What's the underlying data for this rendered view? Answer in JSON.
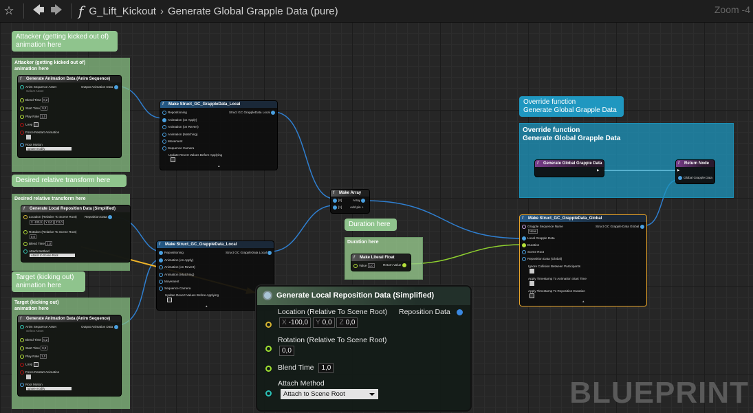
{
  "toolbar": {
    "back_icon": "back-arrow-icon",
    "forward_icon": "forward-arrow-icon",
    "star_icon": "star-icon",
    "breadcrumb": [
      "G_Lift_Kickout",
      "Generate Global Grapple Data (pure)"
    ],
    "zoom_label": "Zoom -4"
  },
  "watermark": "BLUEPRINT",
  "comments": {
    "attacker_bubble": "Attacker (getting kicked out of)\nanimation here",
    "attacker_box": "Attacker (getting kicked out of)\nanimation here",
    "desired_bubble": "Desired relative transform here",
    "desired_box": "Desired relative transform here",
    "target_bubble": "Target (kicking out)\nanimation here",
    "target_box": "Target (kicking out)\nanimation here",
    "duration_bubble": "Duration here",
    "duration_box": "Duration here",
    "override_bubble": "Override function\nGenerate Global Grapple Data",
    "override_box": "Override function\nGenerate Global Grapple Data"
  },
  "anim_node": {
    "title": "Generate Animation Data (Anim Sequence)",
    "anim_seq": "Anim Sequence Asset",
    "select_asset": "Select Asset",
    "output": "Output Animation Data",
    "blend_time": "Blend Time",
    "blend_val": "0,2",
    "start_time": "Start Time",
    "start_val": "0,0",
    "play_rate": "Play Rate",
    "play_val": "1,0",
    "loop": "Loop",
    "force_restart": "Force Restart Animation",
    "root_motion": "Root Motion",
    "root_val": "Ignore modify"
  },
  "struct_local_top": {
    "title": "Make Struct_GC_GrappleData_Local",
    "out": "Struct GC GrappleData Local",
    "rows": [
      "Repositioning",
      "Animation (on Apply)",
      "Animation (on Revert)",
      "Animation (Matching)",
      "Movement",
      "Sequence Camera",
      "Update Revert Values Before Applying"
    ]
  },
  "struct_local_bottom": {
    "title": "Make Struct_GC_GrappleData_Local",
    "out": "Struct GC GrappleData Local",
    "rows": [
      "Repositioning",
      "Animation (on Apply)",
      "Animation (on Revert)",
      "Animation (Matching)",
      "Movement",
      "Sequence Camera",
      "Update Revert Values Before Applying"
    ]
  },
  "small_reposition": {
    "title": "Generate Local Reposition Data (Simplified)",
    "location": "Location (Relative To Scene Root)",
    "loc_x": "-100,0",
    "loc_y": "0,0",
    "loc_z": "0,0",
    "out": "Reposition Data",
    "rotation": "Rotation (Relative To Scene Root)",
    "rot_val": "0,0",
    "blend_time": "Blend Time",
    "blend_val": "1,0",
    "attach": "Attach Method",
    "attach_val": "Attach to Scene Root"
  },
  "make_array": {
    "title": "Make Array",
    "in0": "[0]",
    "in1": "[1]",
    "array": "Array",
    "add_pin": "Add pin +"
  },
  "literal_float": {
    "title": "Make Literal Float",
    "value_label": "Value",
    "value": "1,0",
    "out": "Return Value"
  },
  "struct_global": {
    "title": "Make Struct_GC_GrappleData_Global",
    "out": "Struct GC Grapple Data Global",
    "seq_name": "Grapple Sequence Name",
    "seq_val": "None",
    "rows": [
      "Local Grapple Data",
      "Duration",
      "Scene Root",
      "Reposition Data (Global)",
      "Ignore Collision Between Participants",
      "Apply Timestamp To Animation Start Time",
      "Apply Timestamp To Reposition Duration"
    ]
  },
  "override_fn": {
    "entry": "Generate Global Grapple Data",
    "return": "Return Node",
    "return_pin": "Global Grapple Data"
  },
  "big_node": {
    "title": "Generate Local Reposition Data (Simplified)",
    "location": "Location (Relative To Scene Root)",
    "x_label": "X",
    "x_val": "-100,0",
    "y_label": "Y",
    "y_val": "0,0",
    "z_label": "Z",
    "z_val": "0,0",
    "out": "Reposition Data",
    "rotation": "Rotation (Relative To Scene Root)",
    "rot_val": "0,0",
    "blend_time": "Blend Time",
    "blend_val": "1,0",
    "attach": "Attach Method",
    "attach_val": "Attach to Scene Root"
  }
}
